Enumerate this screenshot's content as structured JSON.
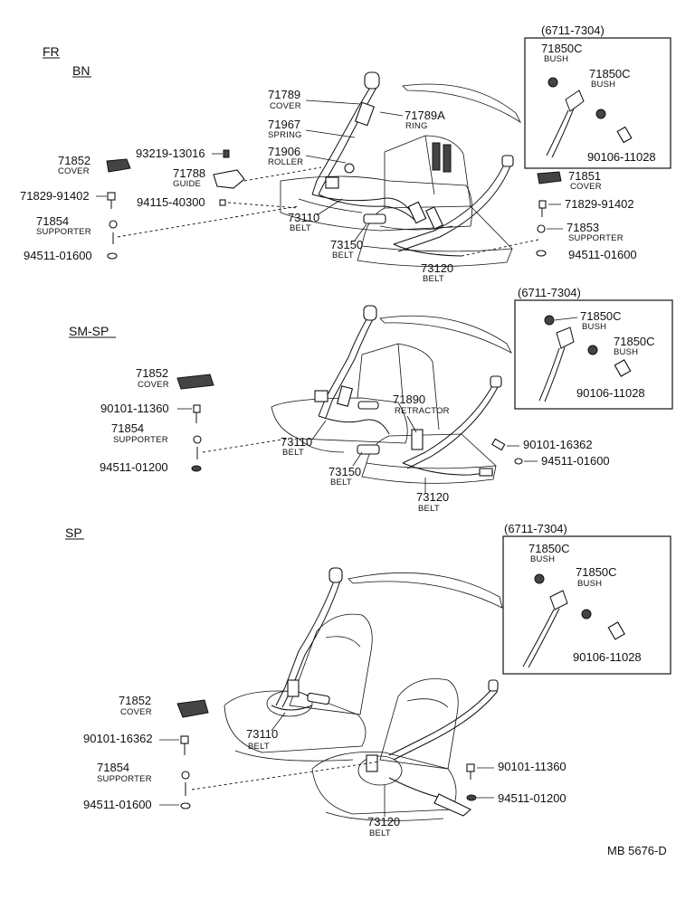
{
  "sections": [
    {
      "title": "FR",
      "subtitle": "BN",
      "variant": "(6711-7304)",
      "labels": {
        "p71789": {
          "num": "71789",
          "name": "COVER"
        },
        "p71967": {
          "num": "71967",
          "name": "SPRING"
        },
        "p71906": {
          "num": "71906",
          "name": "ROLLER"
        },
        "p71788": {
          "num": "71788",
          "name": "GUIDE"
        },
        "p71789a": {
          "num": "71789A",
          "name": "RING"
        },
        "p93219": {
          "num": "93219-13016"
        },
        "p94115": {
          "num": "94115-40300"
        },
        "p71852": {
          "num": "71852",
          "name": "COVER"
        },
        "p71829a": {
          "num": "71829-91402"
        },
        "p71854": {
          "num": "71854",
          "name": "SUPPORTER"
        },
        "p94511a": {
          "num": "94511-01600"
        },
        "p73110": {
          "num": "73110",
          "name": "BELT"
        },
        "p73150": {
          "num": "73150",
          "name": "BELT"
        },
        "p73120": {
          "num": "73120",
          "name": "BELT"
        },
        "p71851": {
          "num": "71851",
          "name": "COVER"
        },
        "p71829b": {
          "num": "71829-91402"
        },
        "p71853": {
          "num": "71853",
          "name": "SUPPORTER"
        },
        "p94511b": {
          "num": "94511-01600"
        },
        "box_bush1": {
          "num": "71850C",
          "name": "BUSH"
        },
        "box_bush2": {
          "num": "71850C",
          "name": "BUSH"
        },
        "box_bolt": {
          "num": "90106-11028"
        }
      }
    },
    {
      "title": "SM-SP",
      "variant": "(6711-7304)",
      "labels": {
        "p71852": {
          "num": "71852",
          "name": "COVER"
        },
        "p90101a": {
          "num": "90101-11360"
        },
        "p71854": {
          "num": "71854",
          "name": "SUPPORTER"
        },
        "p94511a": {
          "num": "94511-01200"
        },
        "p71890": {
          "num": "71890",
          "name": "RETRACTOR"
        },
        "p73110": {
          "num": "73110",
          "name": "BELT"
        },
        "p73150": {
          "num": "73150",
          "name": "BELT"
        },
        "p73120": {
          "num": "73120",
          "name": "BELT"
        },
        "p90101b": {
          "num": "90101-16362"
        },
        "p94511b": {
          "num": "94511-01600"
        },
        "box_bush1": {
          "num": "71850C",
          "name": "BUSH"
        },
        "box_bush2": {
          "num": "71850C",
          "name": "BUSH"
        },
        "box_bolt": {
          "num": "90106-11028"
        }
      }
    },
    {
      "title": "SP",
      "variant": "(6711-7304)",
      "labels": {
        "p71852": {
          "num": "71852",
          "name": "COVER"
        },
        "p90101a": {
          "num": "90101-16362"
        },
        "p71854": {
          "num": "71854",
          "name": "SUPPORTER"
        },
        "p94511a": {
          "num": "94511-01600"
        },
        "p73110": {
          "num": "73110",
          "name": "BELT"
        },
        "p73120": {
          "num": "73120",
          "name": "BELT"
        },
        "p90101b": {
          "num": "90101-11360"
        },
        "p94511b": {
          "num": "94511-01200"
        },
        "box_bush1": {
          "num": "71850C",
          "name": "BUSH"
        },
        "box_bush2": {
          "num": "71850C",
          "name": "BUSH"
        },
        "box_bolt": {
          "num": "90106-11028"
        }
      }
    }
  ],
  "footer_code": "MB 5676-D"
}
